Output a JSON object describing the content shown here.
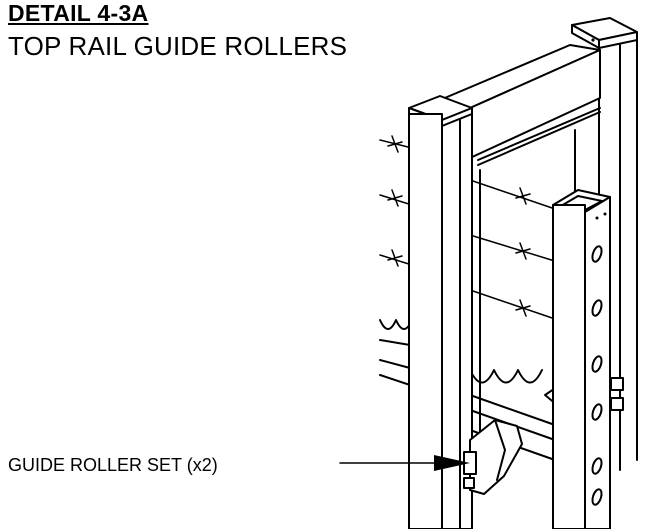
{
  "detail": {
    "title": "DETAIL 4-3A",
    "subtitle": "TOP RAIL GUIDE ROLLERS"
  },
  "callouts": [
    {
      "label": "GUIDE ROLLER SET (x2)"
    }
  ]
}
